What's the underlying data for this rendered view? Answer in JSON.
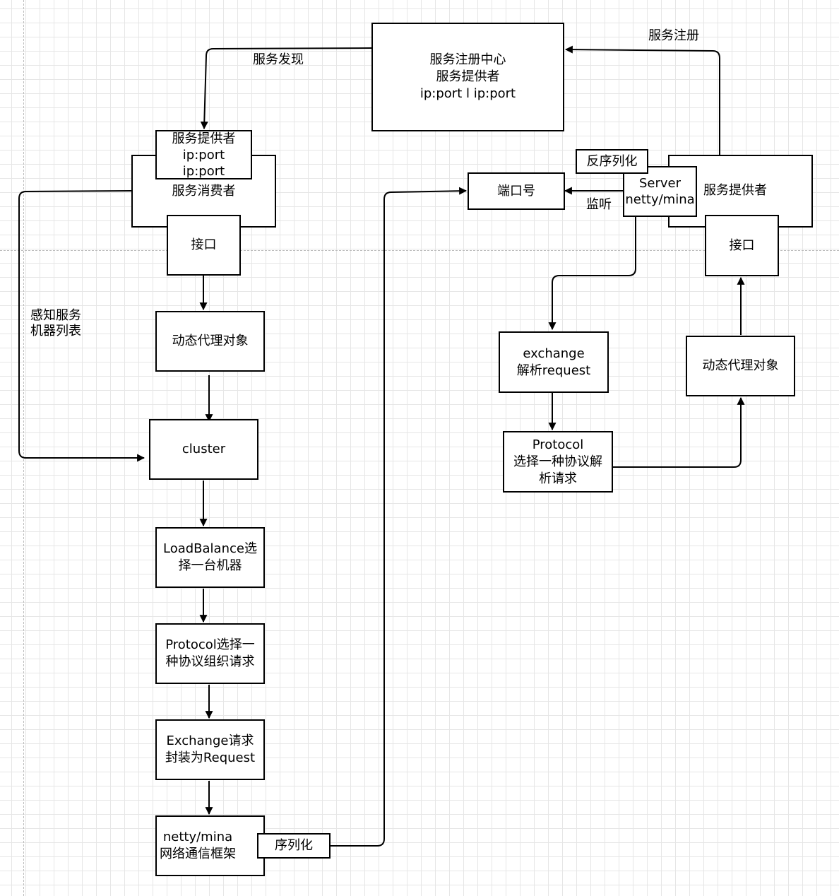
{
  "left": {
    "registry_provider_list": "服务提供者\nip:port\nip:port",
    "consumer": "服务消费者",
    "interface": "接口",
    "proxy": "动态代理对象",
    "cluster": "cluster",
    "loadbalance": "LoadBalance选\n择一台机器",
    "protocol": "Protocol选择一\n种协议组织请求",
    "exchange": "Exchange请求\n封装为Request",
    "transport": "netty/mina\n网络通信框架",
    "serialize": "序列化",
    "discovery_label": "服务发现",
    "aware_label": "感知服务\n机器列表"
  },
  "registry": {
    "text": "服务注册中心\n服务提供者\nip:port l ip:port"
  },
  "right": {
    "register_label": "服务注册",
    "deserialize": "反序列化",
    "server": "Server\nnetty/mina",
    "provider": "服务提供者",
    "port": "端口号",
    "listen_label": "监听",
    "interface": "接口",
    "exchange": "exchange\n解析request",
    "protocol": "Protocol\n选择一种协议解\n析请求",
    "proxy": "动态代理对象"
  }
}
